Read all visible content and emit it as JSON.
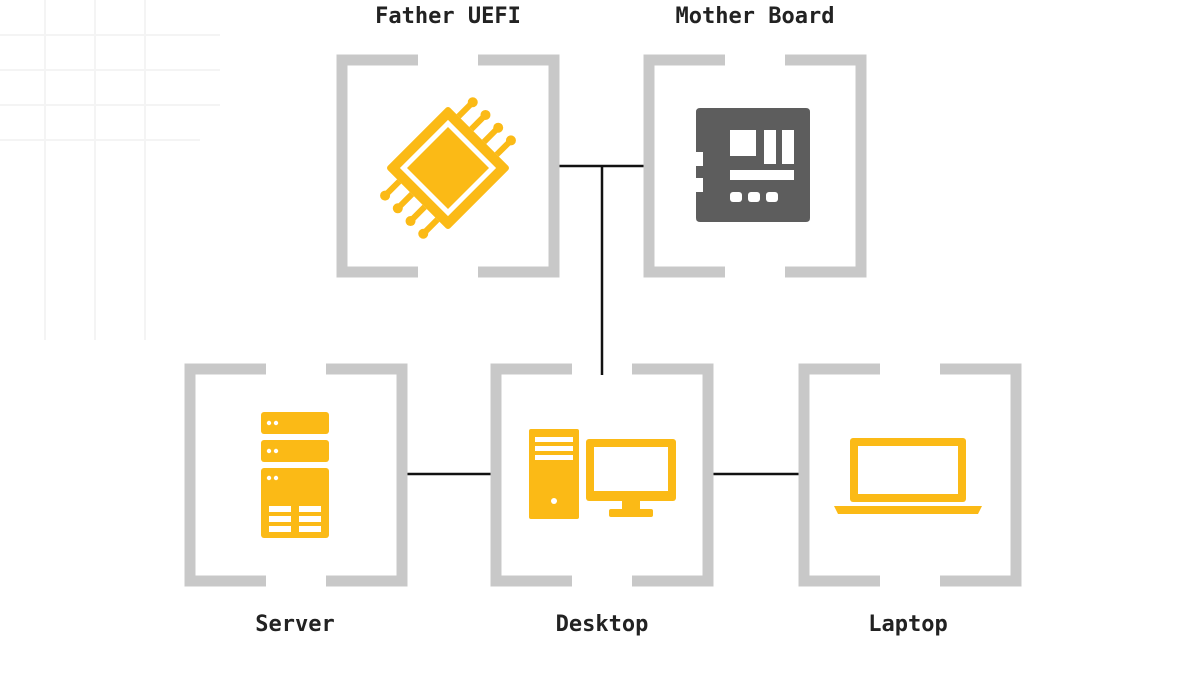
{
  "colors": {
    "accent": "#fbba16",
    "bracket": "#c8c8c8",
    "connector": "#111111",
    "dark_icon": "#5d5d5d",
    "text": "#222222"
  },
  "nodes": {
    "uefi": {
      "label": "Father UEFI",
      "icon": "chip-icon"
    },
    "motherboard": {
      "label": "Mother Board",
      "icon": "motherboard-icon"
    },
    "server": {
      "label": "Server",
      "icon": "server-icon"
    },
    "desktop": {
      "label": "Desktop",
      "icon": "desktop-computer-icon"
    },
    "laptop": {
      "label": "Laptop",
      "icon": "laptop-icon"
    }
  }
}
